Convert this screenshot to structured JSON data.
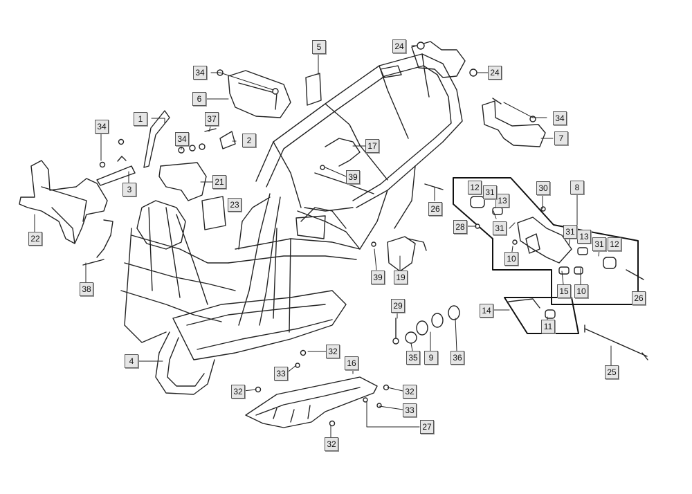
{
  "callouts": [
    {
      "id": "c1",
      "label": "1"
    },
    {
      "id": "c2",
      "label": "2"
    },
    {
      "id": "c3",
      "label": "3"
    },
    {
      "id": "c4",
      "label": "4"
    },
    {
      "id": "c5",
      "label": "5"
    },
    {
      "id": "c6",
      "label": "6"
    },
    {
      "id": "c7",
      "label": "7"
    },
    {
      "id": "c8",
      "label": "8"
    },
    {
      "id": "c9",
      "label": "9"
    },
    {
      "id": "c10a",
      "label": "10"
    },
    {
      "id": "c10b",
      "label": "10"
    },
    {
      "id": "c11",
      "label": "11"
    },
    {
      "id": "c12a",
      "label": "12"
    },
    {
      "id": "c12b",
      "label": "12"
    },
    {
      "id": "c13a",
      "label": "13"
    },
    {
      "id": "c13b",
      "label": "13"
    },
    {
      "id": "c14",
      "label": "14"
    },
    {
      "id": "c15",
      "label": "15"
    },
    {
      "id": "c16",
      "label": "16"
    },
    {
      "id": "c17",
      "label": "17"
    },
    {
      "id": "c19",
      "label": "19"
    },
    {
      "id": "c21",
      "label": "21"
    },
    {
      "id": "c22",
      "label": "22"
    },
    {
      "id": "c23",
      "label": "23"
    },
    {
      "id": "c24a",
      "label": "24"
    },
    {
      "id": "c24b",
      "label": "24"
    },
    {
      "id": "c25",
      "label": "25"
    },
    {
      "id": "c26a",
      "label": "26"
    },
    {
      "id": "c26b",
      "label": "26"
    },
    {
      "id": "c27",
      "label": "27"
    },
    {
      "id": "c28",
      "label": "28"
    },
    {
      "id": "c29",
      "label": "29"
    },
    {
      "id": "c30",
      "label": "30"
    },
    {
      "id": "c31a",
      "label": "31"
    },
    {
      "id": "c31b",
      "label": "31"
    },
    {
      "id": "c31c",
      "label": "31"
    },
    {
      "id": "c31d",
      "label": "31"
    },
    {
      "id": "c32a",
      "label": "32"
    },
    {
      "id": "c32b",
      "label": "32"
    },
    {
      "id": "c32c",
      "label": "32"
    },
    {
      "id": "c32d",
      "label": "32"
    },
    {
      "id": "c33a",
      "label": "33"
    },
    {
      "id": "c33b",
      "label": "33"
    },
    {
      "id": "c34a",
      "label": "34"
    },
    {
      "id": "c34b",
      "label": "34"
    },
    {
      "id": "c34c",
      "label": "34"
    },
    {
      "id": "c34d",
      "label": "34"
    },
    {
      "id": "c35",
      "label": "35"
    },
    {
      "id": "c36",
      "label": "36"
    },
    {
      "id": "c37",
      "label": "37"
    },
    {
      "id": "c38",
      "label": "38"
    },
    {
      "id": "c39a",
      "label": "39"
    },
    {
      "id": "c39b",
      "label": "39"
    }
  ]
}
